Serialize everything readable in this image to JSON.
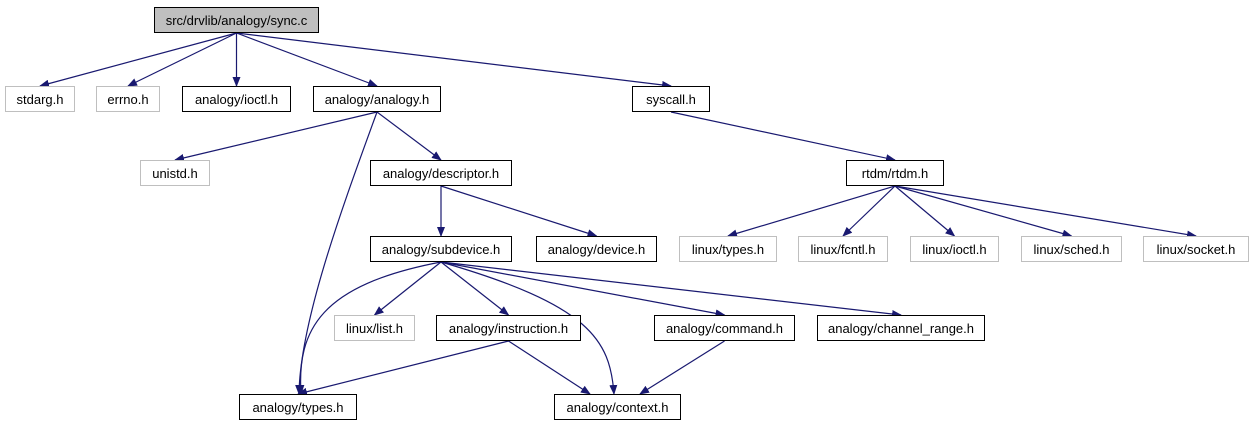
{
  "diagram": {
    "colors": {
      "edge": "#191970",
      "root_fill": "#bfbfbf",
      "node_border": "#000000",
      "external_border": "#bfbfbf",
      "background": "#ffffff"
    },
    "nodes": {
      "sync_c": "src/drvlib/analogy/sync.c",
      "stdarg_h": "stdarg.h",
      "errno_h": "errno.h",
      "analogy_ioctl_h": "analogy/ioctl.h",
      "analogy_analogy_h": "analogy/analogy.h",
      "syscall_h": "syscall.h",
      "unistd_h": "unistd.h",
      "analogy_descriptor_h": "analogy/descriptor.h",
      "rtdm_rtdm_h": "rtdm/rtdm.h",
      "linux_types_h": "linux/types.h",
      "linux_fcntl_h": "linux/fcntl.h",
      "linux_ioctl_h": "linux/ioctl.h",
      "linux_sched_h": "linux/sched.h",
      "linux_socket_h": "linux/socket.h",
      "analogy_subdevice_h": "analogy/subdevice.h",
      "analogy_device_h": "analogy/device.h",
      "linux_list_h": "linux/list.h",
      "analogy_instruction_h": "analogy/instruction.h",
      "analogy_command_h": "analogy/command.h",
      "analogy_channel_range_h": "analogy/channel_range.h",
      "analogy_types_h": "analogy/types.h",
      "analogy_context_h": "analogy/context.h"
    },
    "edges": [
      [
        "sync_c",
        "stdarg_h"
      ],
      [
        "sync_c",
        "errno_h"
      ],
      [
        "sync_c",
        "analogy_ioctl_h"
      ],
      [
        "sync_c",
        "analogy_analogy_h"
      ],
      [
        "sync_c",
        "syscall_h"
      ],
      [
        "analogy_analogy_h",
        "unistd_h"
      ],
      [
        "analogy_analogy_h",
        "analogy_descriptor_h"
      ],
      [
        "analogy_analogy_h",
        "analogy_types_h"
      ],
      [
        "syscall_h",
        "rtdm_rtdm_h"
      ],
      [
        "analogy_descriptor_h",
        "analogy_subdevice_h"
      ],
      [
        "analogy_descriptor_h",
        "analogy_device_h"
      ],
      [
        "rtdm_rtdm_h",
        "linux_types_h"
      ],
      [
        "rtdm_rtdm_h",
        "linux_fcntl_h"
      ],
      [
        "rtdm_rtdm_h",
        "linux_ioctl_h"
      ],
      [
        "rtdm_rtdm_h",
        "linux_sched_h"
      ],
      [
        "rtdm_rtdm_h",
        "linux_socket_h"
      ],
      [
        "analogy_subdevice_h",
        "analogy_types_h"
      ],
      [
        "analogy_subdevice_h",
        "linux_list_h"
      ],
      [
        "analogy_subdevice_h",
        "analogy_instruction_h"
      ],
      [
        "analogy_subdevice_h",
        "analogy_context_h"
      ],
      [
        "analogy_subdevice_h",
        "analogy_command_h"
      ],
      [
        "analogy_subdevice_h",
        "analogy_channel_range_h"
      ],
      [
        "analogy_instruction_h",
        "analogy_types_h"
      ],
      [
        "analogy_instruction_h",
        "analogy_context_h"
      ],
      [
        "analogy_command_h",
        "analogy_context_h"
      ]
    ]
  }
}
